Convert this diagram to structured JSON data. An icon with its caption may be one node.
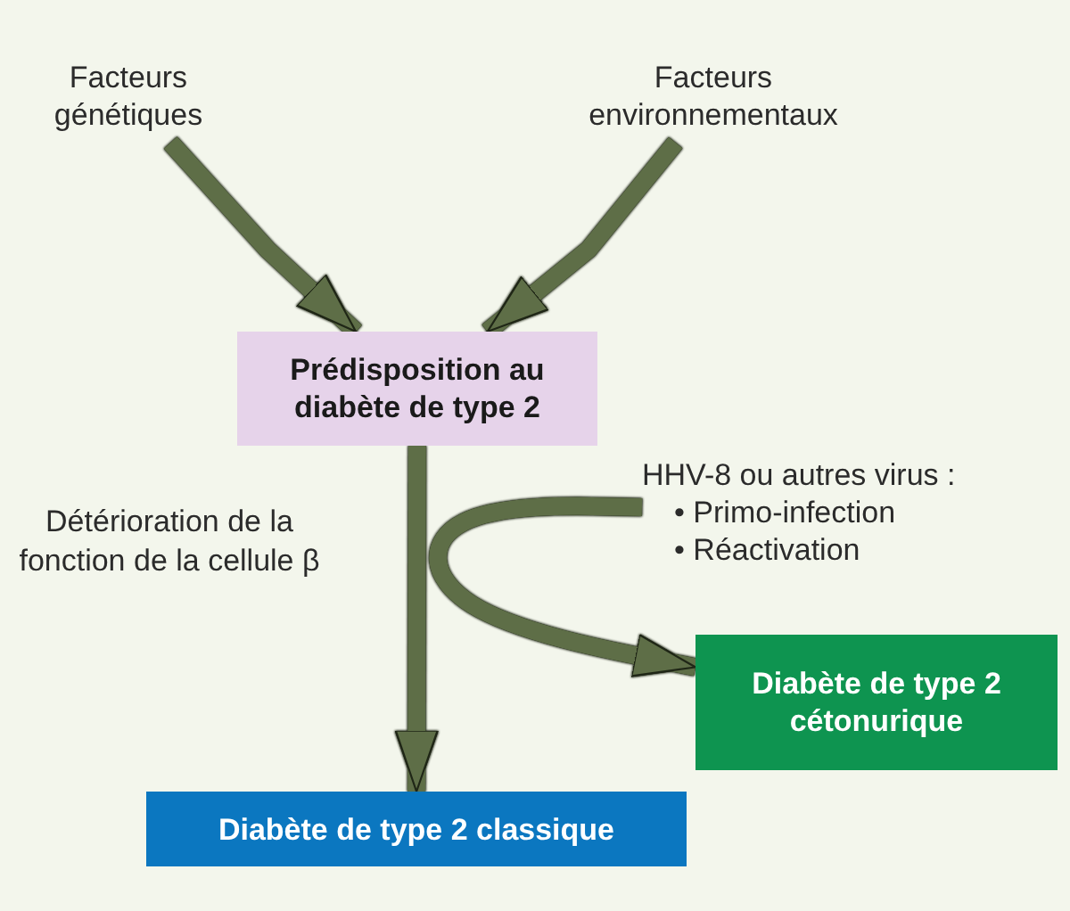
{
  "diagram": {
    "nodes": [
      {
        "text": [
          "Facteurs génétiques"
        ]
      },
      {
        "text": [
          "Facteurs environnementaux"
        ]
      },
      {
        "text": [
          "Prédisposition au diabète de type 2"
        ]
      },
      {
        "text": [
          "HHV-8 ou autres virus :",
          "• Primo-infection",
          "• Réactivation"
        ]
      },
      {
        "text": [
          "Diabète de type 2 cétonurique"
        ]
      },
      {
        "text": [
          "Diabète de type 2 classique"
        ]
      }
    ],
    "edges": [
      {
        "from": 0,
        "to": 2,
        "arrow": "to"
      },
      {
        "from": 1,
        "to": 2,
        "arrow": "to"
      },
      {
        "from": 2,
        "to": 5,
        "arrow": "to",
        "label": "Détérioration de la fonction de la cellule β"
      },
      {
        "from": 3,
        "to": 4,
        "arrow": "to"
      }
    ]
  }
}
